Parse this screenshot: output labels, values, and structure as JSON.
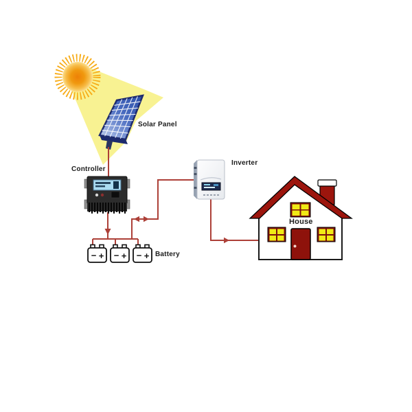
{
  "labels": {
    "solar_panel": "Solar Panel",
    "controller": "Controller",
    "inverter": "Inverter",
    "battery": "Battery",
    "house": "House"
  },
  "battery_signs": {
    "negative": "−",
    "positive": "+"
  },
  "connections": [
    {
      "from": "solar_panel",
      "to": "controller",
      "arrow": "none"
    },
    {
      "from": "controller",
      "to": "battery",
      "arrow": "down"
    },
    {
      "from": "battery",
      "to": "inverter",
      "arrow": "bidirectional"
    },
    {
      "from": "inverter",
      "to": "house",
      "arrow": "right"
    }
  ],
  "colors": {
    "background": "#ffffff",
    "wire": "#ad4038",
    "beam": "#f8f18c",
    "sun_rays": "#f7ab16",
    "panel_frame": "#1d2a6e",
    "roof": "#9c150d",
    "chimney": "#9c150d",
    "door": "#8e120b",
    "window_frame": "#7c100c",
    "window_pane": "#f0ea16",
    "label_text": "#1c1c1c"
  }
}
